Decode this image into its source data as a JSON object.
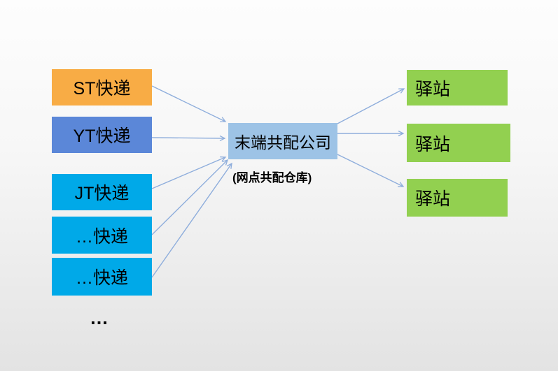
{
  "diagram": {
    "nodes": {
      "left": [
        {
          "label": "ST快递",
          "color": "#F8AC45"
        },
        {
          "label": "YT快递",
          "color": "#5B87D8"
        },
        {
          "label": "JT快递",
          "color": "#00A9E8"
        },
        {
          "label": "…快递",
          "color": "#00A9E8"
        },
        {
          "label": "…快递",
          "color": "#00A9E8"
        }
      ],
      "center": {
        "label": "末端共配公司",
        "subtitle": "(网点共配仓库)",
        "color": "#9DC3E6"
      },
      "right": [
        {
          "label": "驿站",
          "color": "#92D050"
        },
        {
          "label": "驿站",
          "color": "#92D050"
        },
        {
          "label": "驿站",
          "color": "#92D050"
        }
      ],
      "more_indicator": "…"
    },
    "colors": {
      "arrow": "#8FAEDC",
      "background_top": "#FDFDFD",
      "background_bottom": "#E3E3E3",
      "text": "#000000"
    }
  }
}
